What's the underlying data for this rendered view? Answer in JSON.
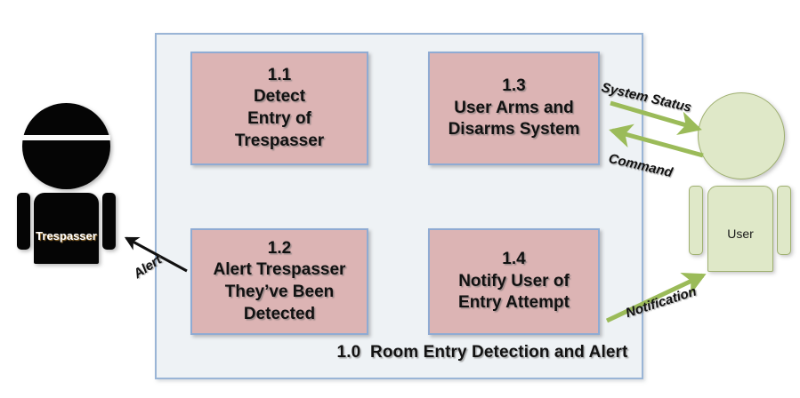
{
  "diagram": {
    "boundary": {
      "caption": "1.0  Room Entry Detection and Alert",
      "fill_color": "#eef2f5",
      "border_color": "#9ab5d6"
    },
    "process_box_fill": "#dcb4b4",
    "process_box_border": "#8fabd3",
    "processes": [
      {
        "id": "1.1",
        "number": "1.1",
        "lines": [
          "Detect",
          "Entry of",
          "Trespasser"
        ]
      },
      {
        "id": "1.3",
        "number": "1.3",
        "lines": [
          "User Arms and",
          "Disarms System"
        ]
      },
      {
        "id": "1.2",
        "number": "1.2",
        "lines": [
          "Alert Trespasser",
          "They’ve Been",
          "Detected"
        ]
      },
      {
        "id": "1.4",
        "number": "1.4",
        "lines": [
          "Notify User of",
          "Entry Attempt"
        ]
      }
    ],
    "actors": [
      {
        "id": "trespasser",
        "label": "Trespasser",
        "color": "#050505",
        "label_color": "#ffffff"
      },
      {
        "id": "user",
        "label": "User",
        "color": "#dfe8c8",
        "outline_color": "#9fb070",
        "label_color": "#1a1a1a"
      }
    ],
    "flows": [
      {
        "id": "system-status",
        "label": "System Status",
        "color": "#9bbb59",
        "direction": "to-user"
      },
      {
        "id": "command",
        "label": "Command",
        "color": "#9bbb59",
        "direction": "to-system"
      },
      {
        "id": "notification",
        "label": "Notification",
        "color": "#9bbb59",
        "direction": "to-user"
      },
      {
        "id": "alert",
        "label": "Alert",
        "color": "#111111",
        "direction": "to-trespasser"
      }
    ]
  }
}
